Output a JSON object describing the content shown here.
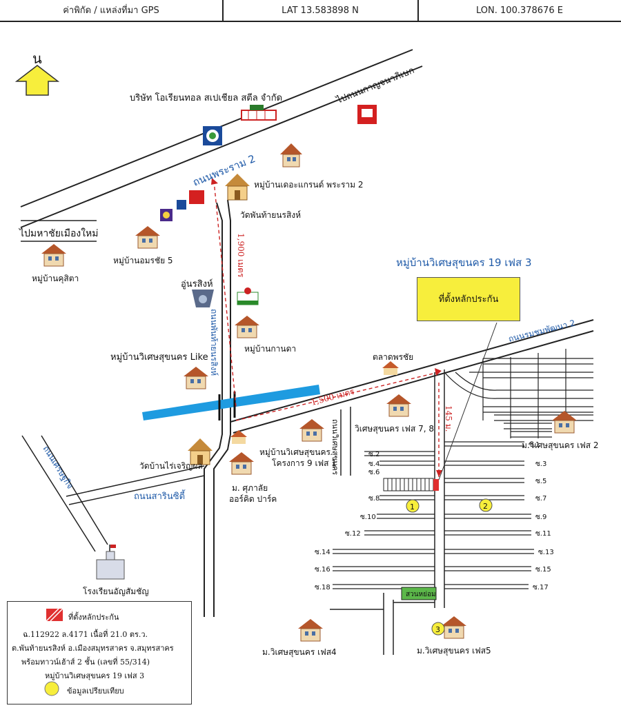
{
  "header": {
    "label": "ค่าพิกัด / แหล่งที่มา GPS",
    "lat": "LAT 13.583898  N",
    "lon": "LON. 100.378676  E"
  },
  "compass": {
    "letter": "น"
  },
  "roads": {
    "rama2": "ถนนพระราม 2",
    "to_kanchana": "ไปถนนกาญจนาภิเษก",
    "to_mahachai": "ไปมหาชัยเมืองใหม่",
    "ekachai_vertical": "ถนนพันท้ายนรสิงห์",
    "setthakit_vertical": "ถนนเศรษฐกิจ",
    "setthakit_right": "ถนนรมชมพัฒนา 2",
    "sarinsiri": "ถนนสารินซิตี้",
    "sakorn_vertical": "ถนนเศรษฐกิจ",
    "side_road": "ถนนวิเศษสุขนคร"
  },
  "distances": {
    "d1900": "1,900 เมตร",
    "d1500": "1,500 เมตร",
    "d145": "145 ม."
  },
  "places": {
    "company": "บริษัท โอเรียนทอล สเปเชียล สตีล จำกัด",
    "grand": "หมู่บ้านเดอะแกรนด์ พระราม 2",
    "temple1": "วัดพันท้ายนรสิงห์",
    "amorn": "หมู่บ้านอมรชัย 5",
    "kusida": "หมู่บ้านคุสิตา",
    "oonsing": "อู่นรสิงห์",
    "kanda": "หมู่บ้านกานดา",
    "vises_like": "หมู่บ้านวิเศษสุขนคร Like",
    "market": "ตลาดพรชัย",
    "vises78": "วิเศษสุขนคร เฟส 7, 8",
    "vises9": "หมู่บ้านวิเศษสุขนคร",
    "vises9b": "โครงการ 9 เฟส 1",
    "temple2": "วัดบ้านไร่เจริญผล",
    "supalai": "ม. ศุภาลัย",
    "supalai2": "ออร์คิด ปาร์ค",
    "vises2": "ม.วิเศษสุขนคร เฟส 2",
    "school": "โรงเรียนอัญสัมชัญ",
    "vises4": "ม.วิเศษสุขนคร เฟส4",
    "vises5": "ม.วิเศษสุขนคร เฟส5",
    "park": "สวนหย่อม",
    "project_title": "หมู่บ้านวิเศษสุขนคร 19 เฟส 3",
    "callout": "ที่ตั้งหลักประกัน"
  },
  "sois": [
    "ซ.1",
    "ซ.2",
    "ซ.3",
    "ซ.4",
    "ซ.5",
    "ซ.6",
    "ซ.7",
    "ซ.8",
    "ซ.9",
    "ซ.10",
    "ซ.11",
    "ซ.12",
    "ซ.13",
    "ซ.14",
    "ซ.15",
    "ซ.16",
    "ซ.17",
    "ซ.18"
  ],
  "markers": [
    "1",
    "2",
    "3"
  ],
  "legend": {
    "line1": "ที่ตั้งหลักประกัน",
    "line2": "ฉ.112922 ล.4171 เนื้อที่ 21.0 ตร.ว.",
    "line3": "ต.พันท้ายนรสิงห์ อ.เมืองสมุทรสาคร จ.สมุทรสาคร",
    "line4": "พร้อมทาวน์เฮ้าส์ 2 ชั้น (เลขที่ 55/314)",
    "line5": "หมู่บ้านวิเศษสุขนคร 19 เฟส 3",
    "line6": "ข้อมูลเปรียบเทียบ"
  },
  "colors": {
    "road": "#222222",
    "river": "#1e9be0",
    "road_label": "#1f5aa8",
    "distance": "#cc2222",
    "marker": "#f7ee3c",
    "collateral": "#e03030",
    "park": "#5cb84a"
  }
}
